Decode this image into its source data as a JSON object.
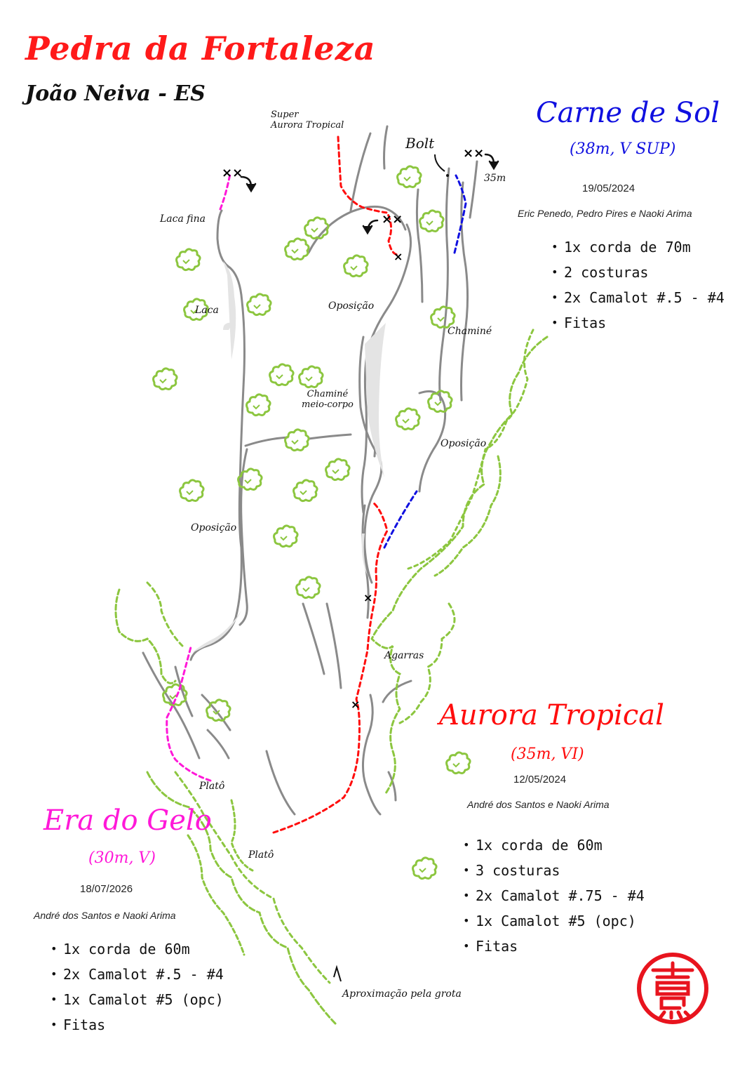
{
  "title": "Pedra da Fortaleza",
  "subtitle": "João Neiva - ES",
  "colors": {
    "carne_de_sol": "#1010e0",
    "aurora_tropical": "#ff0d0d",
    "era_do_gelo": "#ff18d8",
    "vegetation": "#8cc63f",
    "rock": "#8a8a8a"
  },
  "routes": {
    "carne_de_sol": {
      "name": "Carne de Sol",
      "grade": "(38m, V SUP)",
      "date": "19/05/2024",
      "climbers": "Eric Penedo, Pedro Pires e Naoki Arima",
      "gear": [
        "1x corda de 70m",
        "2 costuras",
        "2x Camalot #.5 - #4",
        "Fitas"
      ]
    },
    "aurora_tropical": {
      "name": "Aurora Tropical",
      "grade": "(35m, VI)",
      "date": "12/05/2024",
      "climbers": "André dos Santos e Naoki Arima",
      "gear": [
        "1x corda de 60m",
        "3 costuras",
        "2x Camalot #.75 - #4",
        "1x Camalot #5 (opc)",
        "Fitas"
      ]
    },
    "era_do_gelo": {
      "name": "Era do Gelo",
      "grade": "(30m, V)",
      "date": "18/07/2026",
      "climbers": "André dos Santos e Naoki Arima",
      "gear": [
        "1x corda de 60m",
        "2x Camalot #.5 - #4",
        "1x Camalot #5 (opc)",
        "Fitas"
      ]
    }
  },
  "labels": {
    "super_aurora_line1": "Super",
    "super_aurora_line2": "Aurora Tropical",
    "bolt": "Bolt",
    "length_35m": "35m",
    "laca_fina": "Laca fina",
    "laca": "Laca",
    "oposicao_top": "Oposição",
    "chamine": "Chaminé",
    "chamine_meio_corpo_1": "Chaminé",
    "chamine_meio_corpo_2": "meio-corpo",
    "oposicao_right": "Oposição",
    "oposicao_left": "Oposição",
    "agarras": "Agarras",
    "plato_upper": "Platô",
    "plato_lower": "Platô",
    "aproximacao": "Aproximação pela grota"
  },
  "anchors": {
    "double_bolt": "××",
    "single_bolt": "×"
  },
  "icons": {
    "rappel": "rappel-arrow-icon",
    "seal": "hanko-seal-icon"
  }
}
